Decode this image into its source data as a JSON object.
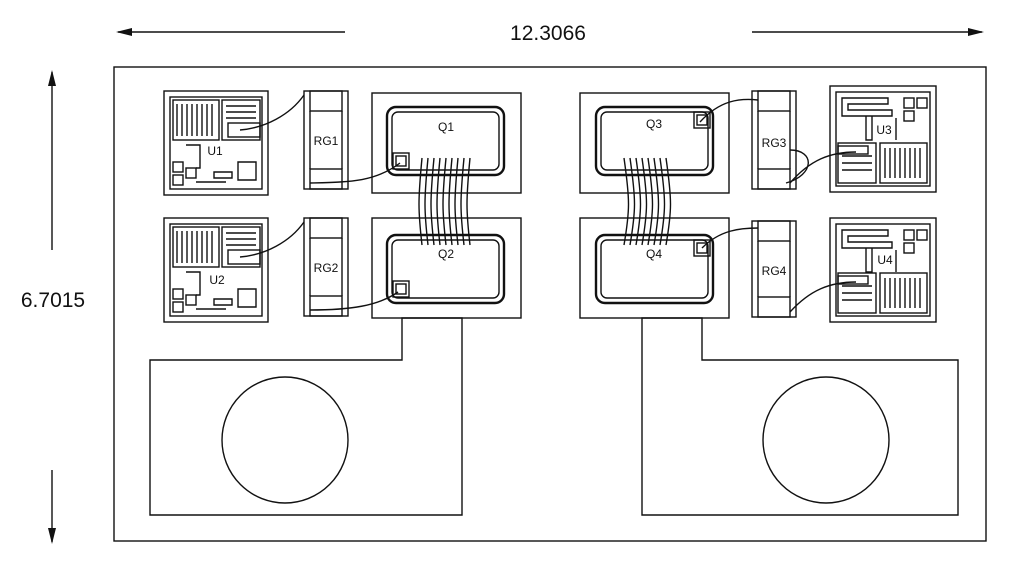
{
  "dimensions": {
    "width": "12.3066",
    "height": "6.7015"
  },
  "labels": {
    "u1": "U1",
    "u2": "U2",
    "u3": "U3",
    "u4": "U4",
    "rg1": "RG1",
    "rg2": "RG2",
    "rg3": "RG3",
    "rg4": "RG4",
    "q1": "Q1",
    "q2": "Q2",
    "q3": "Q3",
    "q4": "Q4"
  },
  "colors": {
    "line": "#111111",
    "background": "#ffffff"
  }
}
